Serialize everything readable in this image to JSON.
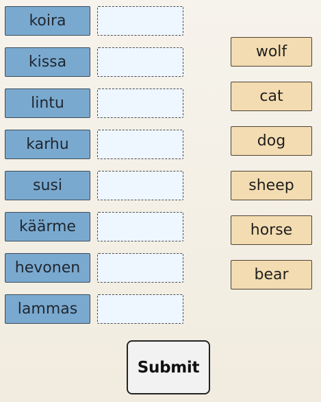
{
  "source_words": [
    "koira",
    "kissa",
    "lintu",
    "karhu",
    "susi",
    "käärme",
    "hevonen",
    "lammas"
  ],
  "answer_slots": [
    "",
    "",
    "",
    "",
    "",
    "",
    "",
    ""
  ],
  "choices": [
    "wolf",
    "cat",
    "dog",
    "sheep",
    "horse",
    "bear"
  ],
  "submit_label": "Submit",
  "colors": {
    "word_bg": "#7aa9cf",
    "slot_bg": "#eef6ff",
    "choice_bg": "#f3dcb1",
    "page_bg": "#f4f0e6"
  }
}
